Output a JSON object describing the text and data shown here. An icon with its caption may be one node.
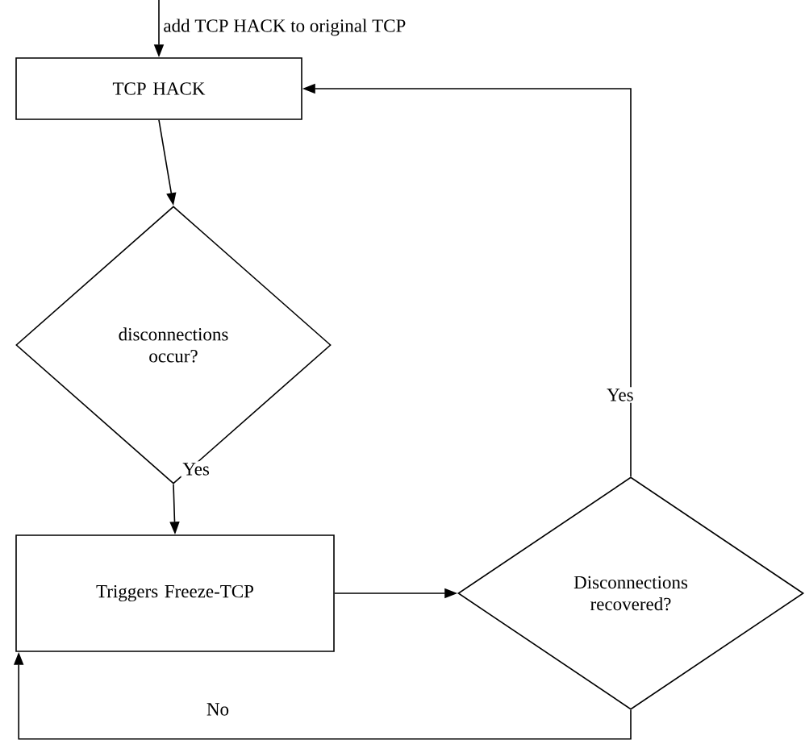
{
  "diagram": {
    "nodes": [
      {
        "text": [
          "TCP HACK"
        ]
      },
      {
        "text": [
          "disconnections occur?"
        ]
      },
      {
        "text": [
          "Triggers Freeze-TCP"
        ]
      },
      {
        "text": [
          "Disconnections recovered?"
        ]
      }
    ],
    "edges": [
      {
        "from": null,
        "to": 0,
        "arrow": "to",
        "label": "add TCP HACK to original TCP"
      },
      {
        "from": 0,
        "to": 1,
        "arrow": "to"
      },
      {
        "from": 1,
        "to": 2,
        "arrow": "to",
        "label": "Yes"
      },
      {
        "from": 2,
        "to": 3,
        "arrow": "to"
      },
      {
        "from": 3,
        "to": 0,
        "arrow": "to",
        "label": "Yes"
      },
      {
        "from": 3,
        "to": 2,
        "arrow": "to",
        "label": "No"
      }
    ]
  }
}
